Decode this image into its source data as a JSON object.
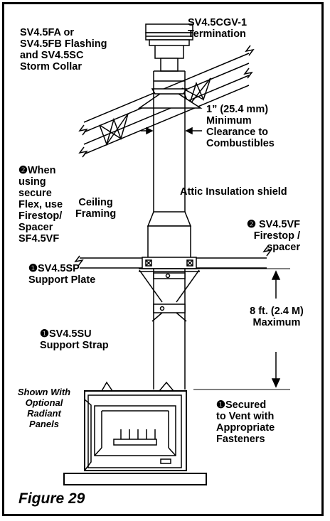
{
  "labels": {
    "termination": "SV4.5CGV-1\nTermination",
    "flashing": "SV4.5FA or\nSV4.5FB Flashing\nand SV4.5SC\nStorm Collar",
    "clearance": "1” (25.4 mm)\nMinimum\nClearance to\nCombustibles",
    "when_using": "❷When\nusing\nsecure\nFlex, use\nFirestop/\nSpacer\nSF4.5VF",
    "attic_shield": "Attic Insulation shield",
    "ceiling_framing": "Ceiling\nFraming",
    "firestop_spacer": "❷ SV4.5VF\nFirestop /\nspacer",
    "support_plate": "❶SV4.5SP\nSupport Plate",
    "max_height": "8 ft. (2.4 M)\nMaximum",
    "support_strap": "❶SV4.5SU\nSupport Strap",
    "optional_panels": "Shown With\nOptional\nRadiant\nPanels",
    "secured": "❶Secured\nto Vent with\nAppropriate\nFasteners",
    "figure": "Figure 29"
  }
}
